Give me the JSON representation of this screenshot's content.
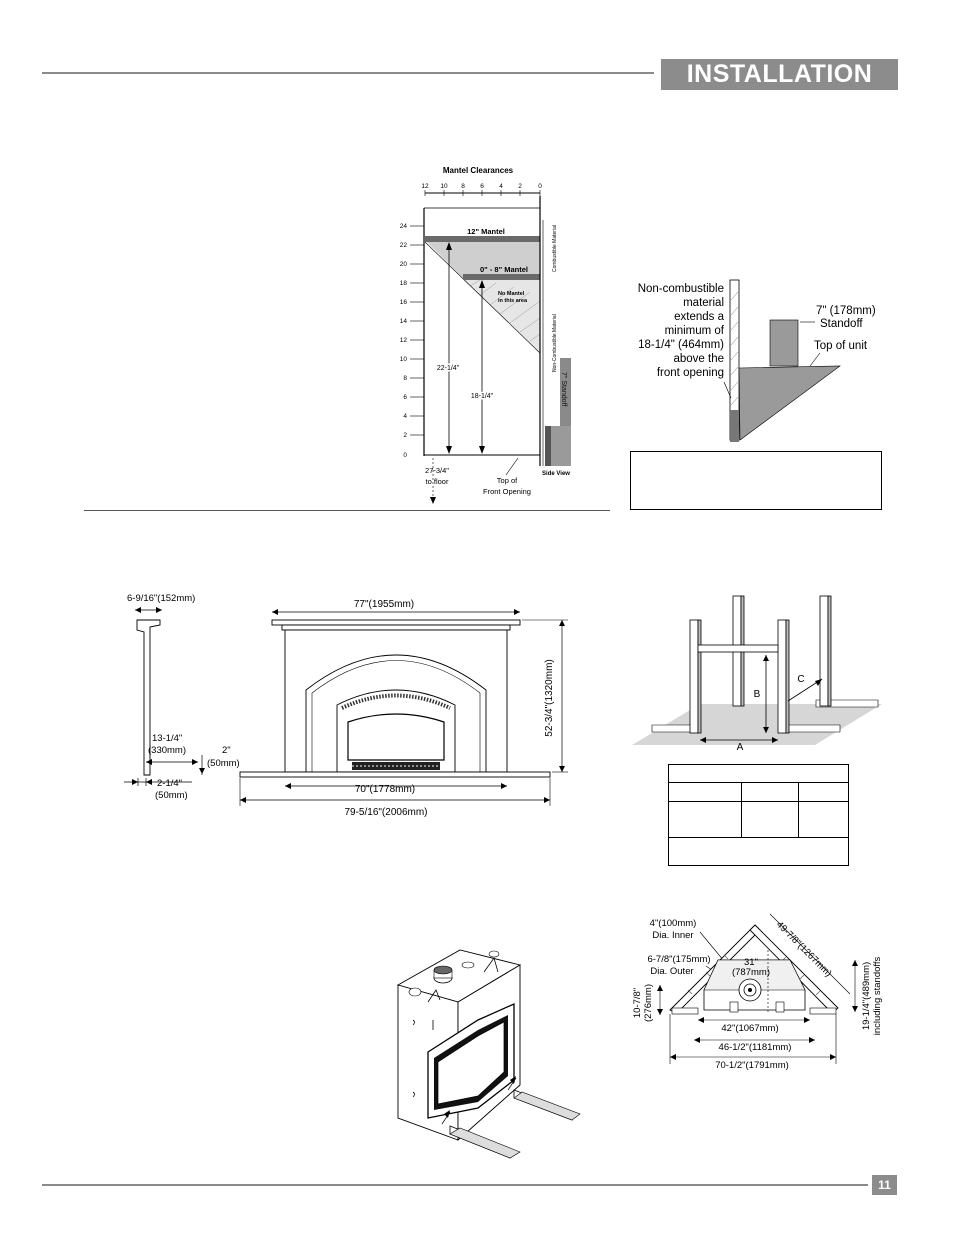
{
  "header": {
    "title": "INSTALLATION"
  },
  "footer": {
    "page_number": "11"
  },
  "mantel": {
    "title": "Mantel Clearances",
    "top_ticks": [
      "12",
      "10",
      "8",
      "6",
      "4",
      "2",
      "0"
    ],
    "left_ticks": [
      "24",
      "22",
      "20",
      "18",
      "16",
      "14",
      "12",
      "10",
      "8",
      "6",
      "4",
      "2",
      "0"
    ],
    "mantel_12": "12\" Mantel",
    "mantel_0_8": "0\" - 8\" Mantel",
    "no_mantel": [
      "No Mantel",
      "in this area"
    ],
    "combustible": "Combustible Material",
    "non_combustible": "Non-Combustible Material",
    "standoff": "7\" Standoff",
    "dim_22": "22-1/4\"",
    "dim_18": "18-1/4\"",
    "floor": [
      "27-3/4\"",
      "to floor"
    ],
    "top_opening": [
      "Top of",
      "Front Opening"
    ],
    "side_view": "Side View"
  },
  "side": {
    "noncomb": [
      "Non-combustible",
      "material",
      "extends a",
      "minimum of",
      "18-1/4\" (464mm)",
      "above the",
      "front opening"
    ],
    "standoff": [
      "7\" (178mm)",
      "Standoff"
    ],
    "top_unit": "Top of unit"
  },
  "front": {
    "profile_depth": "6-9/16\"(152mm)",
    "width_top": "77\"(1955mm)",
    "height": "52-3/4\"(1320mm)",
    "inner_h": [
      "13-1/4\"",
      "(330mm)"
    ],
    "leg": [
      "2\"",
      "(50mm)"
    ],
    "hearth_d": [
      "2-1/4\"",
      "(50mm)"
    ],
    "inner_w": "70\"(1778mm)",
    "base_w": "79-5/16\"(2006mm)"
  },
  "framing": {
    "labels": [
      "A",
      "B",
      "C"
    ]
  },
  "corner": {
    "inner": [
      "4\"(100mm)",
      "Dia. Inner"
    ],
    "outer": [
      "6-7/8\"(175mm)",
      "Dia. Outer"
    ],
    "depth": [
      "31\"",
      "(787mm)"
    ],
    "diag": "49-7/8\"(1267mm)",
    "side_left": [
      "10-7/8\"",
      "(276mm)"
    ],
    "side_right": [
      "19-1/4\"(489mm)",
      "including standoffs"
    ],
    "w1": "42\"(1067mm)",
    "w2": "46-1/2\"(1181mm)",
    "w3": "70-1/2\"(1791mm)"
  }
}
